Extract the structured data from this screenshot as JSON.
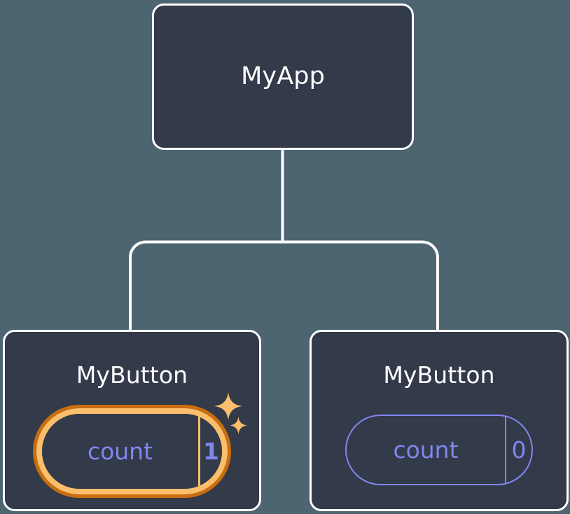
{
  "diagram": {
    "type": "component-tree",
    "background_color": "#4c6570",
    "node_fill_color": "#333a49",
    "node_border_color": "#ffffff",
    "connector_color": "#ffffff",
    "state_color": "#8286f0",
    "highlight_outer_color": "#c96d10",
    "highlight_inner_color": "#fbbf6b",
    "root": {
      "title": "MyApp"
    },
    "children": [
      {
        "title": "MyButton",
        "state": {
          "key": "count",
          "value": "1"
        },
        "highlighted": true,
        "sparkle_count": 2
      },
      {
        "title": "MyButton",
        "state": {
          "key": "count",
          "value": "0"
        },
        "highlighted": false,
        "sparkle_count": 0
      }
    ]
  }
}
